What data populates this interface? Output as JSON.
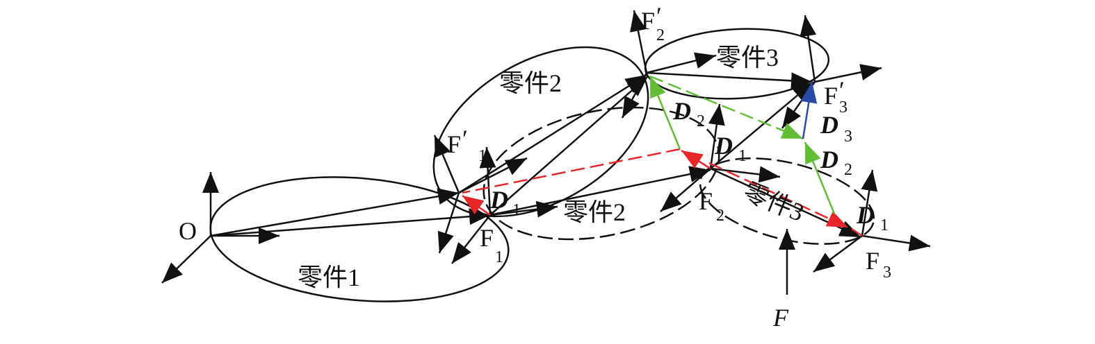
{
  "parts": {
    "part1": "零件1",
    "part2_upper": "零件2",
    "part2_lower": "零件2",
    "part3_upper": "零件3",
    "part3_lower": "零件3"
  },
  "labels": {
    "origin": "O",
    "F": "F",
    "sub1": "1",
    "sub2": "2",
    "sub3": "3",
    "prime": "′",
    "D": "D",
    "F_load": "F"
  },
  "colors": {
    "line": "#111111",
    "red": "#e8262a",
    "green": "#62bd35",
    "blue": "#2a4aa8"
  }
}
